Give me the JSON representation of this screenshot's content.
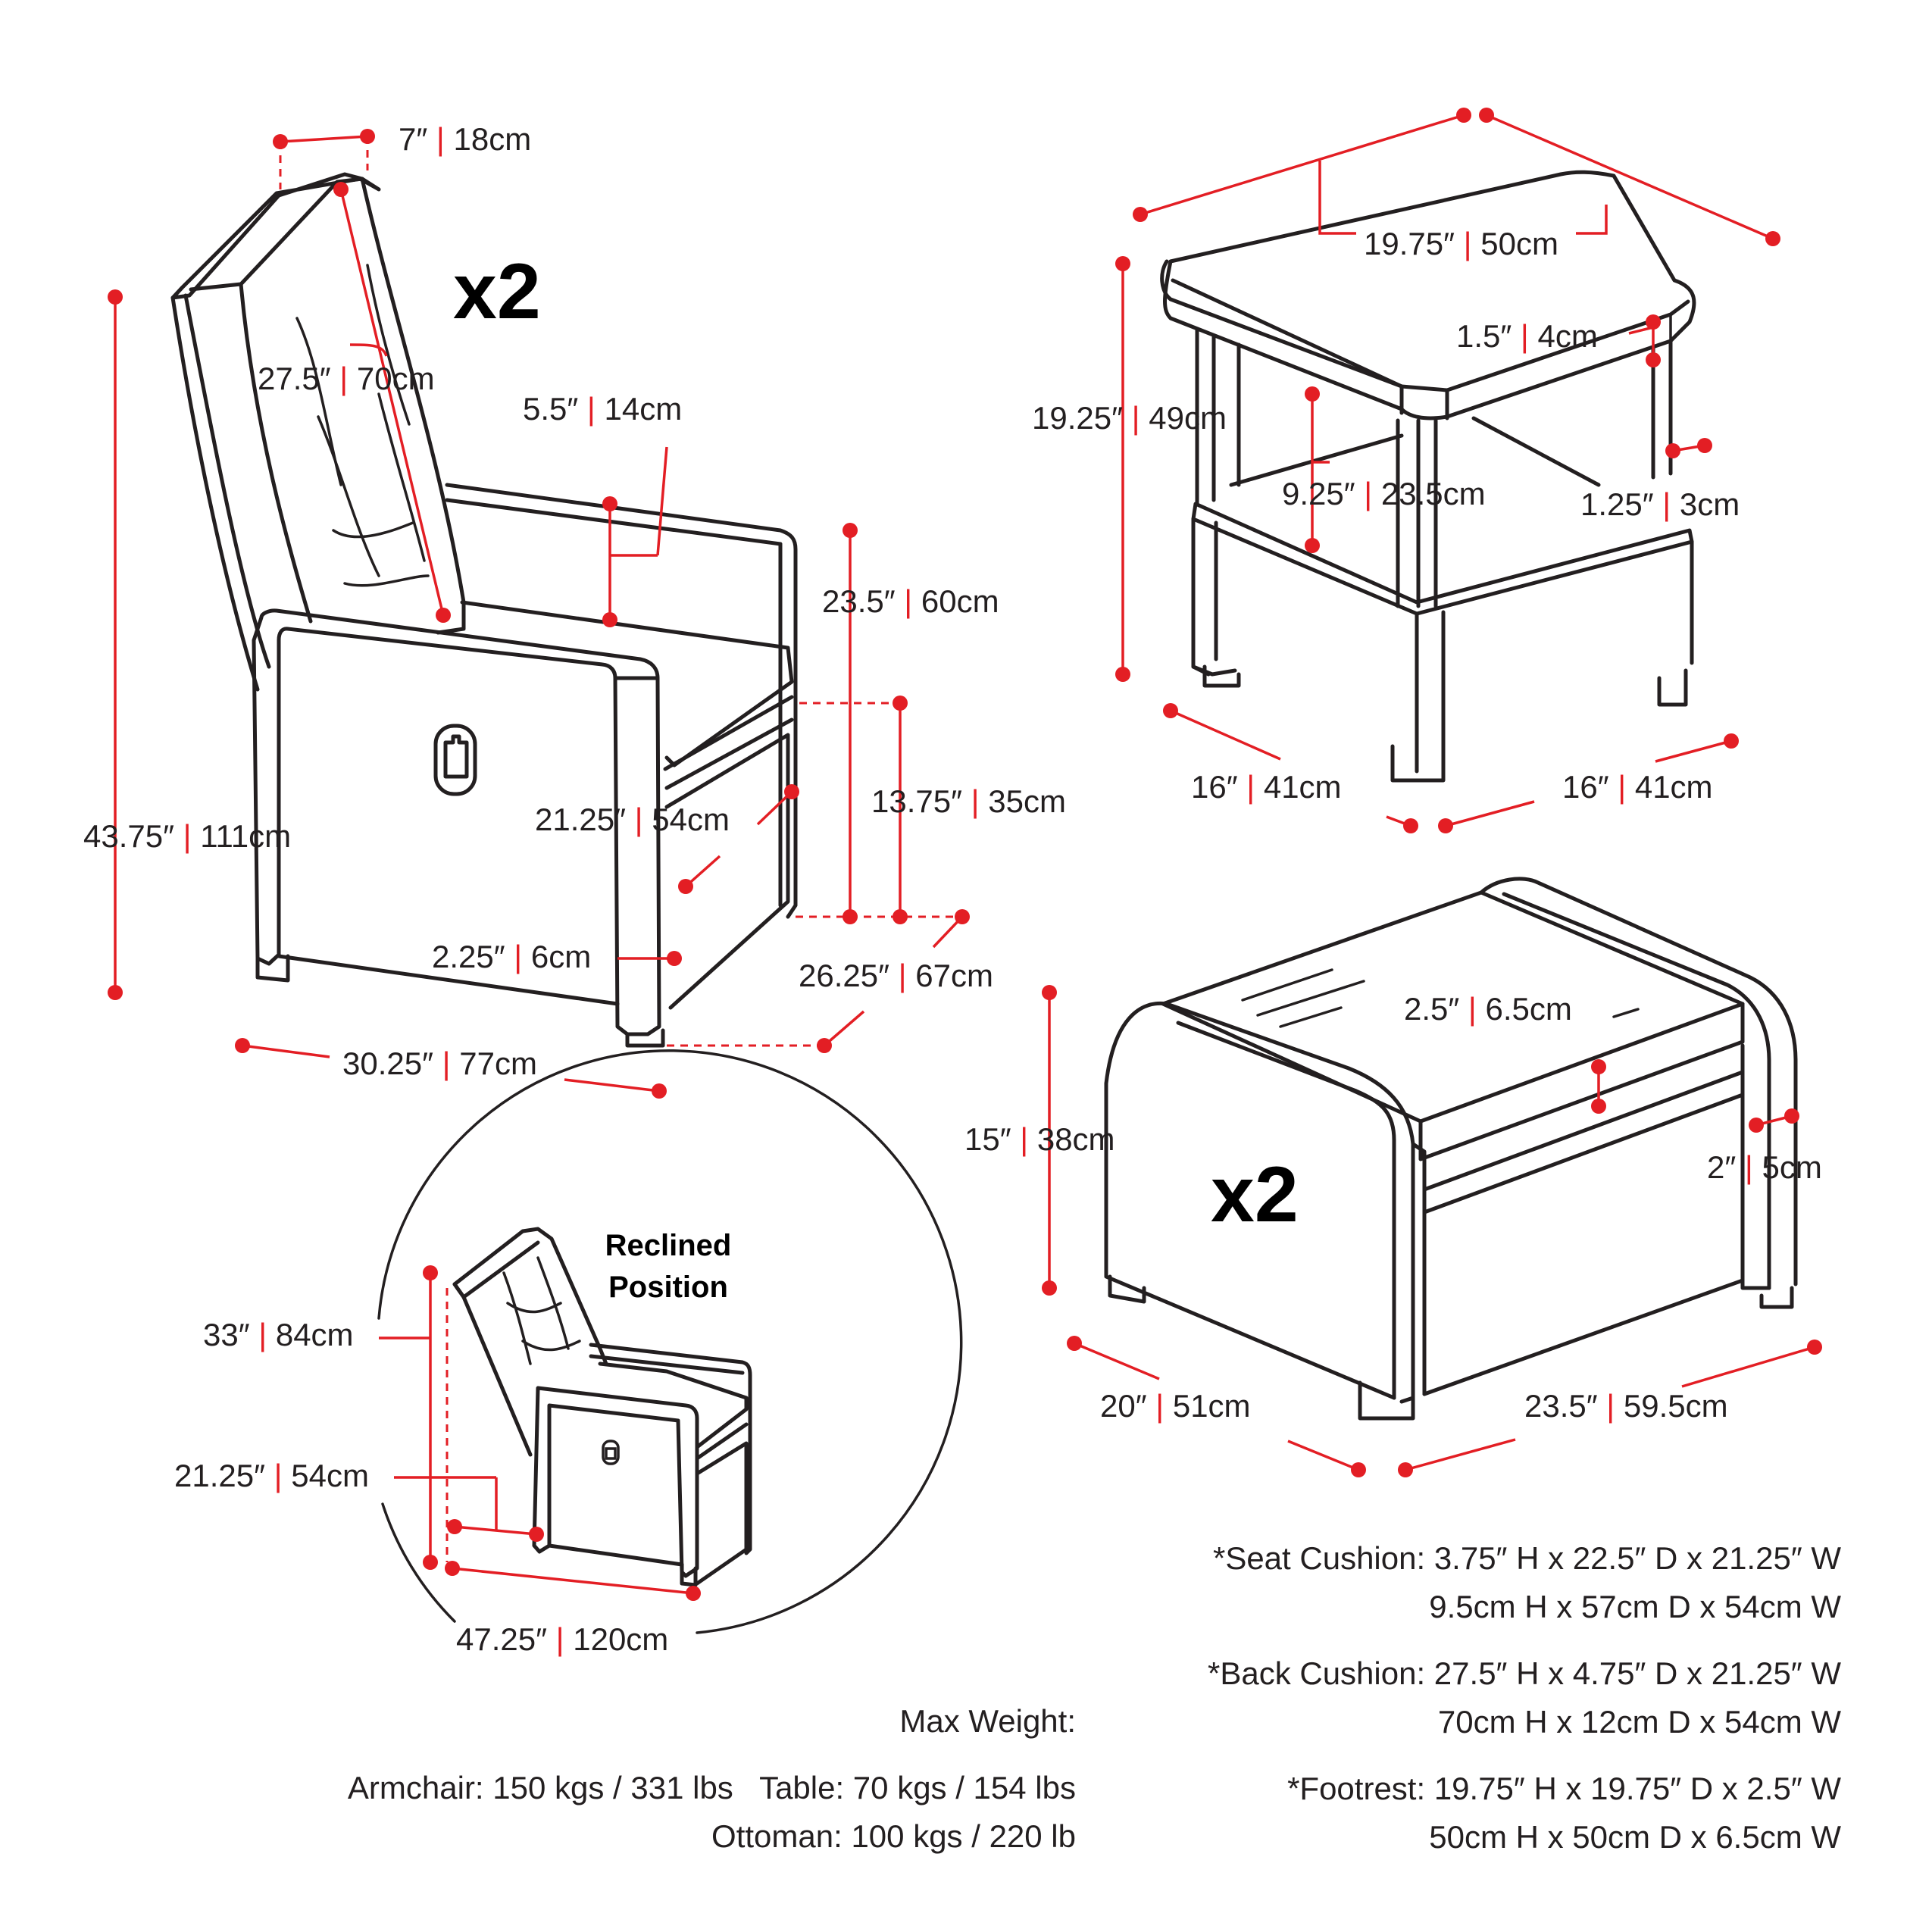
{
  "armchair": {
    "multiplier": "x2",
    "dims": {
      "head_depth": [
        "7″",
        "18cm"
      ],
      "back_height": [
        "27.5″",
        "70cm"
      ],
      "arm_width": [
        "5.5″",
        "14cm"
      ],
      "arm_height": [
        "23.5″",
        "60cm"
      ],
      "total_height": [
        "43.75″",
        "111cm"
      ],
      "seat_depth": [
        "21.25″",
        "54cm"
      ],
      "seat_height": [
        "13.75″",
        "35cm"
      ],
      "leg_height": [
        "2.25″",
        "6cm"
      ],
      "width": [
        "26.25″",
        "67cm"
      ],
      "depth": [
        "30.25″",
        "77cm"
      ]
    }
  },
  "reclined": {
    "title_line1": "Reclined",
    "title_line2": "Position",
    "dims": {
      "height": [
        "33″",
        "84cm"
      ],
      "seat_height": [
        "21.25″",
        "54cm"
      ],
      "depth": [
        "47.25″",
        "120cm"
      ]
    }
  },
  "table": {
    "dims": {
      "top_width": [
        "19.75″",
        "50cm"
      ],
      "top_thickness": [
        "1.5″",
        "4cm"
      ],
      "height": [
        "19.25″",
        "49cm"
      ],
      "clearance": [
        "9.25″",
        "23.5cm"
      ],
      "leg_width": [
        "1.25″",
        "3cm"
      ],
      "base_depth": [
        "16″",
        "41cm"
      ],
      "base_width": [
        "16″",
        "41cm"
      ]
    }
  },
  "ottoman": {
    "multiplier": "x2",
    "dims": {
      "cushion": [
        "2.5″",
        "6.5cm"
      ],
      "height": [
        "15″",
        "38cm"
      ],
      "side": [
        "2″",
        "5cm"
      ],
      "depth": [
        "20″",
        "51cm"
      ],
      "width": [
        "23.5″",
        "59.5cm"
      ]
    }
  },
  "specs": {
    "seat_cushion_line1": "*Seat Cushion: 3.75″ H x 22.5″ D x 21.25″ W",
    "seat_cushion_line2": "9.5cm H x 57cm D x 54cm W",
    "back_cushion_line1": "*Back Cushion: 27.5″ H x 4.75″ D x 21.25″ W",
    "back_cushion_line2": "70cm H x 12cm D x 54cm W",
    "footrest_line1": "*Footrest: 19.75″ H x 19.75″ D x 2.5″ W",
    "footrest_line2": "50cm H x 50cm D x 6.5cm W"
  },
  "weight": {
    "title": "Max Weight:",
    "armchair": "Armchair: 150 kgs / 331 lbs",
    "table": "Table: 70 kgs / 154 lbs",
    "ottoman": "Ottoman: 100 kgs / 220 lb"
  },
  "colors": {
    "dimension": "#e31e24",
    "line": "#231f20"
  }
}
